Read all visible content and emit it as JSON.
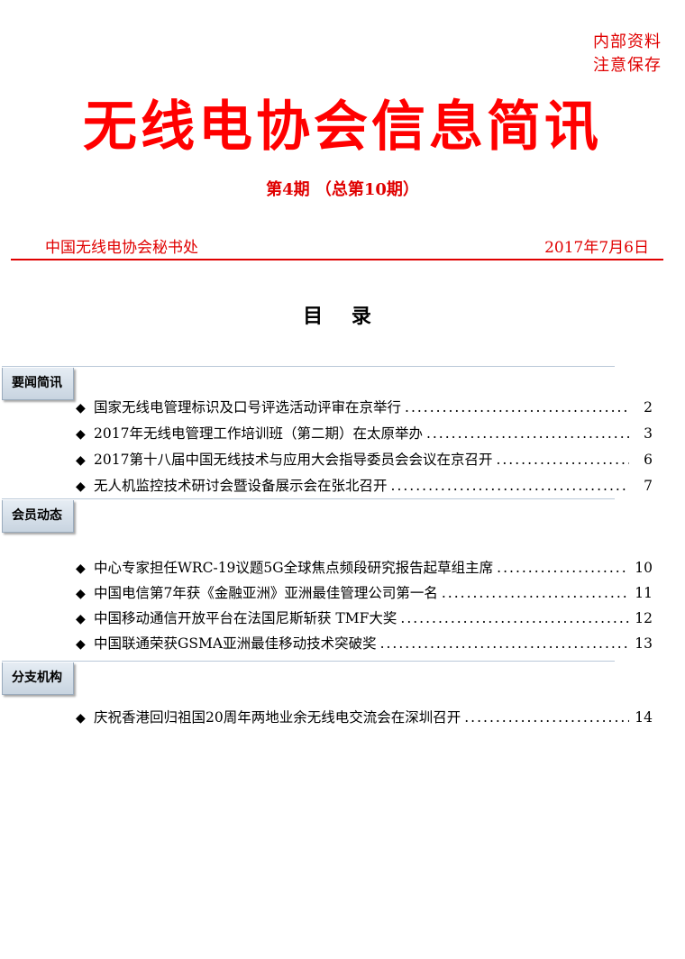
{
  "notice": {
    "line1": "内部资料",
    "line2": "注意保存"
  },
  "masthead": "无线电协会信息简讯",
  "issue": "第4期 （总第10期）",
  "publisher": "中国无线电协会秘书处",
  "date": "2017年7月6日",
  "toc_title": "目 录",
  "bullet_glyph": "◆",
  "sections": [
    {
      "label": "要闻简讯",
      "items": [
        {
          "text": "国家无线电管理标识及口号评选活动评审在京举行",
          "page": "2"
        },
        {
          "text": "2017年无线电管理工作培训班（第二期）在太原举办",
          "page": "3"
        },
        {
          "text": "2017第十八届中国无线技术与应用大会指导委员会会议在京召开",
          "page": "6"
        },
        {
          "text": "无人机监控技术研讨会暨设备展示会在张北召开",
          "page": "7"
        }
      ]
    },
    {
      "label": "会员动态",
      "items": [
        {
          "text": "中心专家担任WRC-19议题5G全球焦点频段研究报告起草组主席",
          "page": "10"
        },
        {
          "text": "中国电信第7年获《金融亚洲》亚洲最佳管理公司第一名",
          "page": "11"
        },
        {
          "text": "中国移动通信开放平台在法国尼斯斩获 TMF大奖",
          "page": "12"
        },
        {
          "text": "中国联通荣获GSMA亚洲最佳移动技术突破奖",
          "page": "13"
        }
      ]
    },
    {
      "label": "分支机构",
      "items": [
        {
          "text": "庆祝香港回归祖国20周年两地业余无线电交流会在深圳召开",
          "page": "14"
        }
      ]
    }
  ]
}
